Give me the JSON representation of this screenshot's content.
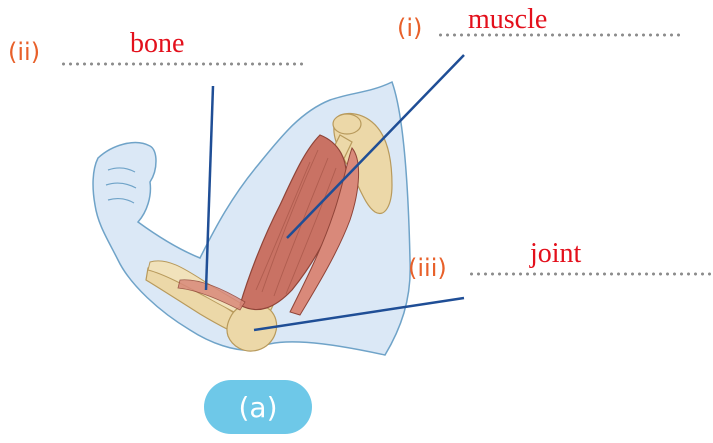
{
  "labels": {
    "muscle": {
      "number": "(i)",
      "answer": "muscle"
    },
    "bone": {
      "number": "(ii)",
      "answer": "bone"
    },
    "joint": {
      "number": "(iii)",
      "answer": "joint"
    }
  },
  "caption": "(a)",
  "colors": {
    "label_number": "#e8602a",
    "answer_text": "#e3101c",
    "pointer_line": "#1f4e96",
    "arm_outline": "#6fa3c8",
    "arm_fill": "#dbe8f6",
    "muscle": "#c97264",
    "bone": "#ecd8a8",
    "caption_bg": "#6ec8e8"
  }
}
